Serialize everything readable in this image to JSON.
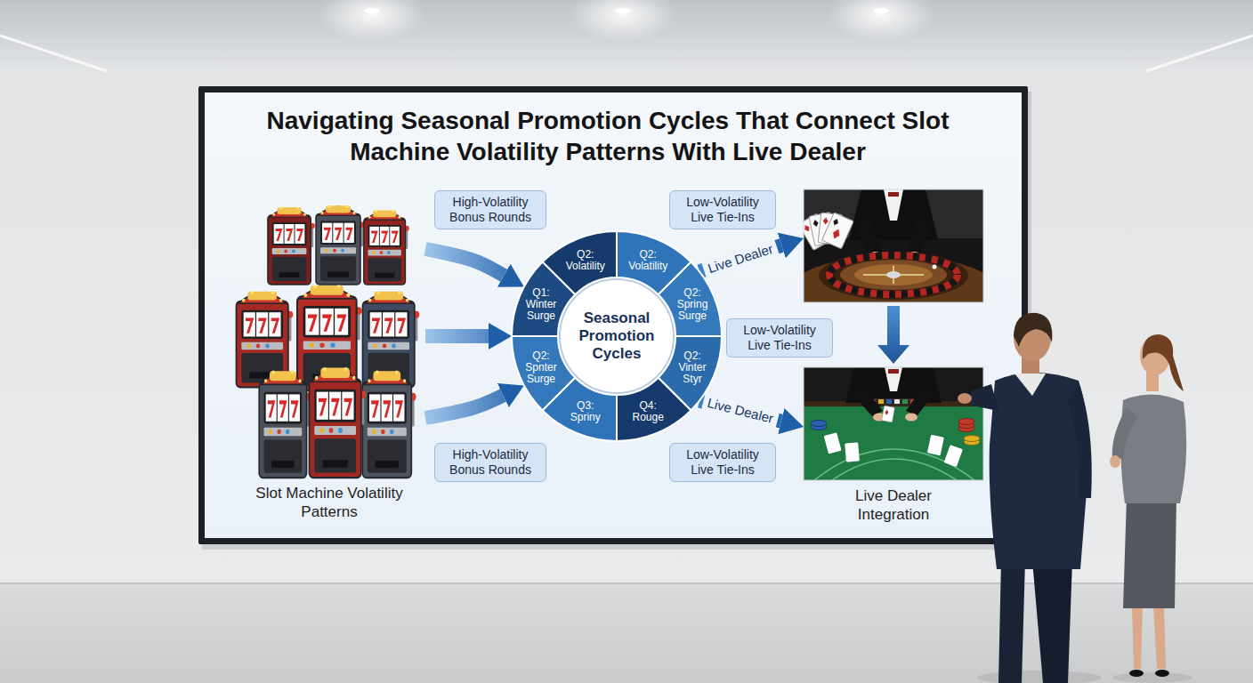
{
  "diagram": {
    "title": "Navigating Seasonal Promotion Cycles That Connect Slot Machine Volatility Patterns With Live Dealer",
    "nodes": [
      {
        "text": [
          "Slot Machine Volatility Patterns"
        ]
      },
      {
        "text": [
          "High-Volatility Bonus Rounds"
        ]
      },
      {
        "text": [
          "Seasonal Promotion Cycles"
        ]
      },
      {
        "text": [
          "Q2: Volatility"
        ],
        "in": 2
      },
      {
        "text": [
          "Q2: Volatility"
        ],
        "in": 2
      },
      {
        "text": [
          "Q1: Winter Surge"
        ],
        "in": 2
      },
      {
        "text": [
          "Q2: Spring Surge"
        ],
        "in": 2
      },
      {
        "text": [
          "Q2: Spnter Surge"
        ],
        "in": 2
      },
      {
        "text": [
          "Q2: Vinter Styr"
        ],
        "in": 2
      },
      {
        "text": [
          "Q3: Spriny"
        ],
        "in": 2
      },
      {
        "text": [
          "Q4: Rouge"
        ],
        "in": 2
      },
      {
        "text": [
          "Low-Volatility Live Tie-Ins"
        ]
      },
      {
        "text": [
          "Live Dealer Integration"
        ]
      },
      {
        "text": [
          "Low-Volatility Live Tie-Ins"
        ]
      },
      {
        "text": [
          "High-Volatility Bonus Rounds"
        ]
      },
      {
        "text": [
          "Low-Volatility Live Tie-Ins"
        ]
      }
    ],
    "edges": [
      {
        "from": 0,
        "to": 2,
        "arrow": "to"
      },
      {
        "from": 0,
        "to": 2,
        "arrow": "to"
      },
      {
        "from": 0,
        "to": 2,
        "arrow": "to"
      },
      {
        "from": 2,
        "to": 12,
        "arrow": "to",
        "label": "Live Dealer"
      },
      {
        "from": 2,
        "to": 12,
        "arrow": "to",
        "label": "Live Dealer"
      }
    ]
  }
}
